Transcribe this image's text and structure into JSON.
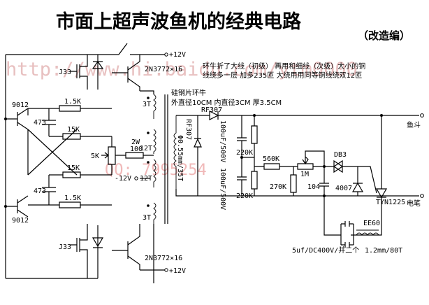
{
  "title": "市面上超声波鱼机的经典电路",
  "subtitle": "（改造编）",
  "watermark": {
    "url": "http://www.hi.baidu.com/ytm0000",
    "qq": "QQ: 7995254"
  },
  "notes": {
    "core_title": "硅钢片环牛",
    "core_dims": "外直径10CM 内直径3CM 厚3.5CM",
    "winding_note_1": "环牛折了大线（初级） 再用和细线（次级）大小的铜",
    "winding_note_2": "线绕多一层 加多235匝 大绕用用同等铜线绕双12匝"
  },
  "labels": {
    "supply_top": "+12V",
    "supply_bottom": "+12V",
    "supply_neg": "-12V",
    "q_top": "2N3772×16",
    "q_bottom": "2N3772×16",
    "j33_top": "J33",
    "j33_bottom": "J33",
    "t9012_top": "9012",
    "t9012_bottom": "9012",
    "r1_5k_top": "1.5K",
    "r1_5k_bottom": "1.5K",
    "c473_top": "473",
    "c473_bottom": "473",
    "r15k_top": "15K",
    "r15k_bottom": "15K",
    "pot5k": "5K",
    "r100_w": "2W",
    "r100": "100",
    "t3_top": "3T",
    "t12_a": "12T",
    "t12_b": "12T",
    "t3_bottom": "3T",
    "secondary": "Φ0.55mm/35T",
    "d_rf307_top": "RF307",
    "d_rf307_left": "RF307",
    "c100u_a": "100uF/500V",
    "c100u_b": "100uF/500V",
    "r220k_a": "220K",
    "r220k_b": "220K",
    "r560k": "560K",
    "pot1m": "1M",
    "r270k": "270K",
    "c104": "104",
    "d4007": "4007",
    "db3": "DB3",
    "scr": "TYN1225",
    "out_top": "鱼斗",
    "out_bottom": "电笔",
    "cap_bank": "5uf/DC400V/并二个",
    "ee60": "EE60",
    "ee60_wire": "1.2mm/80T"
  }
}
